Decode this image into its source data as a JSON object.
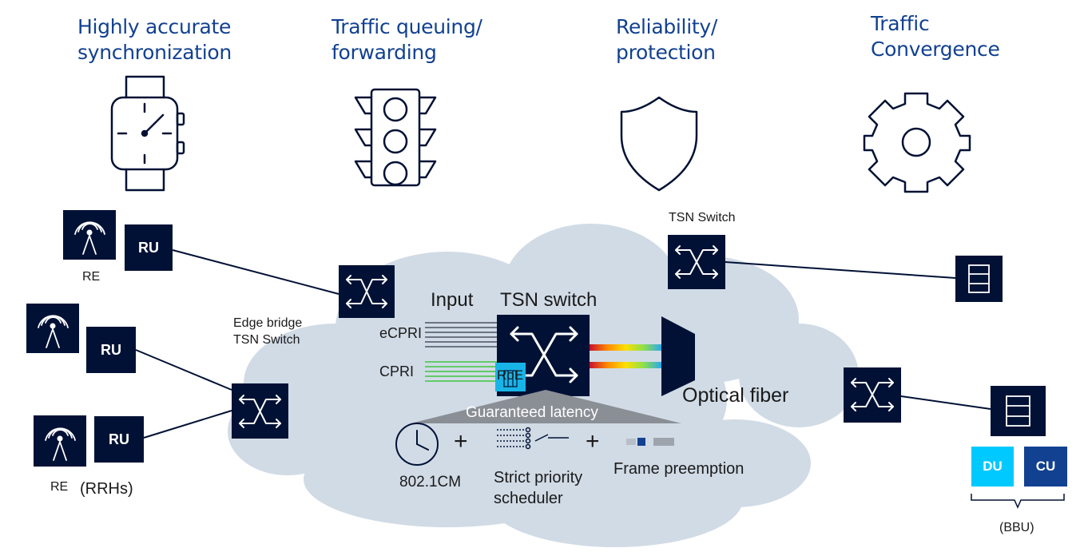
{
  "headers": [
    {
      "line1": "Highly accurate",
      "line2": "synchronization",
      "icon": "watch-icon"
    },
    {
      "line1": "Traffic queuing/",
      "line2": "forwarding",
      "icon": "traffic-light-icon"
    },
    {
      "line1": "Reliability/",
      "line2": "protection",
      "icon": "shield-icon"
    },
    {
      "line1": "Traffic",
      "line2": "Convergence",
      "icon": "gear-icon"
    }
  ],
  "left": {
    "ru_label": "RU",
    "re_label_top": "RE",
    "re_label_bottom": "RE",
    "rrhs_label": "(RRHs)",
    "edge_bridge_line1": "Edge bridge",
    "edge_bridge_line2": "TSN Switch"
  },
  "cloud": {
    "input_label": "Input",
    "tsn_switch_label": "TSN switch",
    "ecpri_label": "eCPRI",
    "cpri_label": "CPRI",
    "roe_label": "RoE",
    "optical_fiber_label": "Optical fiber",
    "guaranteed_latency_label": "Guaranteed latency",
    "plus": "+",
    "std_label": "802.1CM",
    "scheduler_line1": "Strict priority",
    "scheduler_line2": "scheduler",
    "preemption_label": "Frame preemption"
  },
  "right": {
    "tsn_switch_label": "TSN Switch",
    "du_label": "DU",
    "cu_label": "CU",
    "bbu_label": "(BBU)"
  },
  "colors": {
    "heading": "#124191",
    "dark_box": "#001135",
    "cloud": "#d1dbe6",
    "du": "#00c9ff",
    "cu": "#124191",
    "cpri_lines": "#3ec63e",
    "ecpri_lines": "#4a5160",
    "cyan_accent": "#18b4e8"
  }
}
